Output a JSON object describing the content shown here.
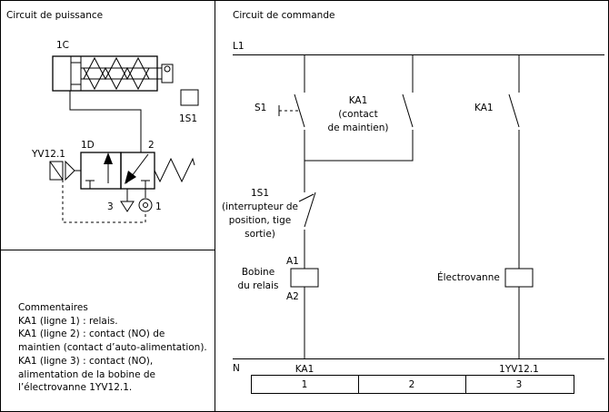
{
  "power": {
    "title": "Circuit de puissance",
    "cylinder_label": "1C",
    "sensor_label": "1S1",
    "valve_label": "1D",
    "solenoid_label": "YV12.1",
    "port_2": "2",
    "port_3": "3",
    "port_1": "1"
  },
  "control": {
    "title": "Circuit de commande",
    "rail_top": "L1",
    "rail_bottom": "N",
    "s1": "S1",
    "ka1_hold": [
      "KA1",
      "(contact",
      "de maintien)"
    ],
    "ka1_line3": "KA1",
    "switch": [
      "1S1",
      "(interrupteur de",
      "position, tige",
      "sortie)"
    ],
    "coil_a1": "A1",
    "coil_a2": "A2",
    "coil_name": [
      "Bobine",
      "du relais"
    ],
    "valve_name": "Électrovanne",
    "bottom_ka1": "KA1",
    "bottom_yv": "1YV12.1",
    "columns": [
      "1",
      "2",
      "3"
    ]
  },
  "comments": {
    "lines": [
      "Commentaires",
      "KA1 (ligne 1) : relais.",
      "KA1 (ligne 2) : contact (NO) de",
      "maintien (contact d’auto-alimentation).",
      "KA1 (ligne 3) : contact (NO),",
      "alimentation de la bobine de",
      "l’électrovanne 1YV12.1."
    ]
  }
}
